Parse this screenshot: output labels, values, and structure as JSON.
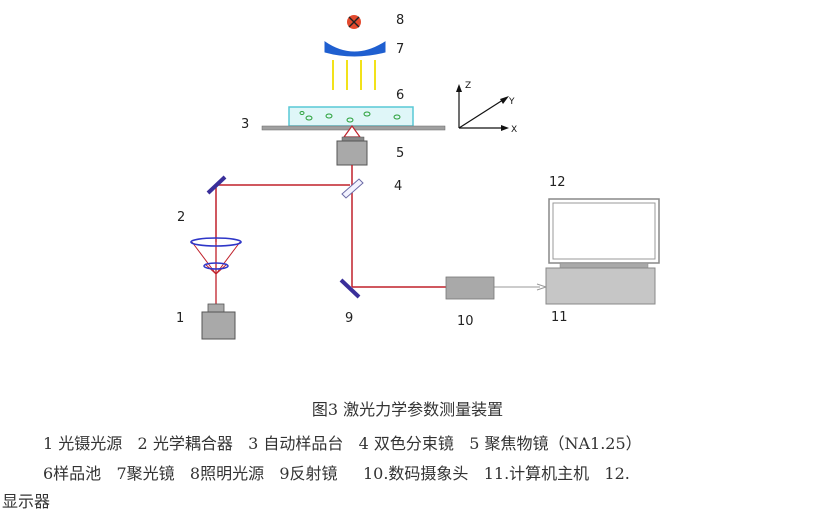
{
  "labels": {
    "n1": "1",
    "n2": "2",
    "n3": "3",
    "n4": "4",
    "n5": "5",
    "n6": "6",
    "n7": "7",
    "n8": "8",
    "n9": "9",
    "n10": "10",
    "n11": "11",
    "n12": "12"
  },
  "axes": {
    "z": "Z",
    "y": "Y",
    "x": "X"
  },
  "caption": "图3  激光力学参数测量装置",
  "legend": {
    "line1": [
      "1 光镊光源",
      "2 光学耦合器",
      "3 自动样品台",
      "4 双色分束镜",
      "5 聚焦物镜（NA1.25）"
    ],
    "line2": [
      "6样品池",
      "7聚光镜",
      "8照明光源",
      "9反射镜",
      "10.数码摄象头",
      "11.计算机主机",
      "12."
    ],
    "line3": "显示器"
  },
  "colors": {
    "laser": "#c0202a",
    "mirror": "#3a2f9a",
    "lens": "#2e36c8",
    "condenser": "#1f5fd0",
    "illum_beam": "#f2e21a",
    "cell_border": "#59c8d6",
    "cell_fill": "#dff6f8",
    "stage": "#a0a0a0",
    "device": "#a9a9a9",
    "lamp": "#e34a2e"
  }
}
